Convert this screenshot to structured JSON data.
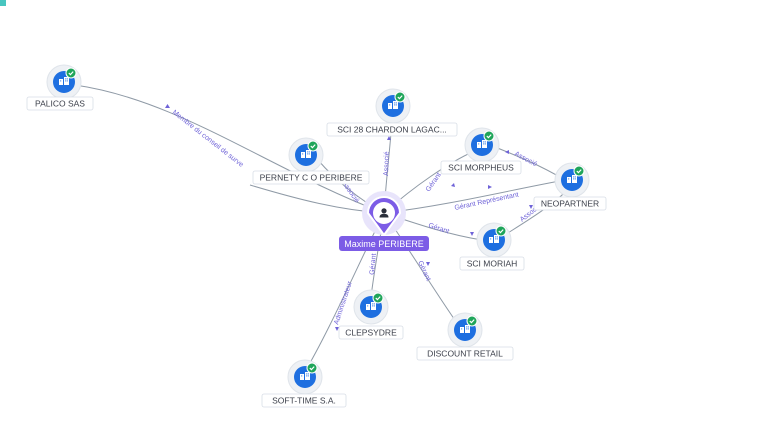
{
  "center": {
    "name": "Maxime PERIBERE",
    "icon": "person-icon"
  },
  "companies": [
    {
      "id": "palico",
      "name": "PALICO SAS"
    },
    {
      "id": "sci28",
      "name": "SCI 28 CHARDON LAGAC..."
    },
    {
      "id": "pernety",
      "name": "PERNETY C O PERIBERE"
    },
    {
      "id": "morpheus",
      "name": "SCI MORPHEUS"
    },
    {
      "id": "neopartner",
      "name": "NEOPARTNER"
    },
    {
      "id": "moriah",
      "name": "SCI MORIAH"
    },
    {
      "id": "clepsydre",
      "name": "CLEPSYDRE"
    },
    {
      "id": "discount",
      "name": "DISCOUNT RETAIL"
    },
    {
      "id": "softtime",
      "name": "SOFT-TIME S.A."
    }
  ],
  "relations": [
    {
      "id": "r-palico",
      "label": "Membre du conseil de surve"
    },
    {
      "id": "r-sci28",
      "label": "Associé"
    },
    {
      "id": "r-pernety",
      "label": "Associé"
    },
    {
      "id": "r-morpheus",
      "label": "Gérant"
    },
    {
      "id": "r-neo",
      "label": "Gérant Représentant"
    },
    {
      "id": "r-moriah",
      "label": "Gérant"
    },
    {
      "id": "r-clepsydre",
      "label": "Gérant"
    },
    {
      "id": "r-discount",
      "label": "Gérant"
    },
    {
      "id": "r-softtime",
      "label": "Administrateur"
    },
    {
      "id": "r-neo-morpheus",
      "label": "Associé"
    },
    {
      "id": "r-neo-moriah",
      "label": "Associé"
    }
  ],
  "colors": {
    "company_node": "#1e6fe0",
    "status_check": "#1fa55a",
    "person_node": "#7c5ce6",
    "relation_label": "#6f63d8",
    "edge": "#8f9aa6"
  }
}
